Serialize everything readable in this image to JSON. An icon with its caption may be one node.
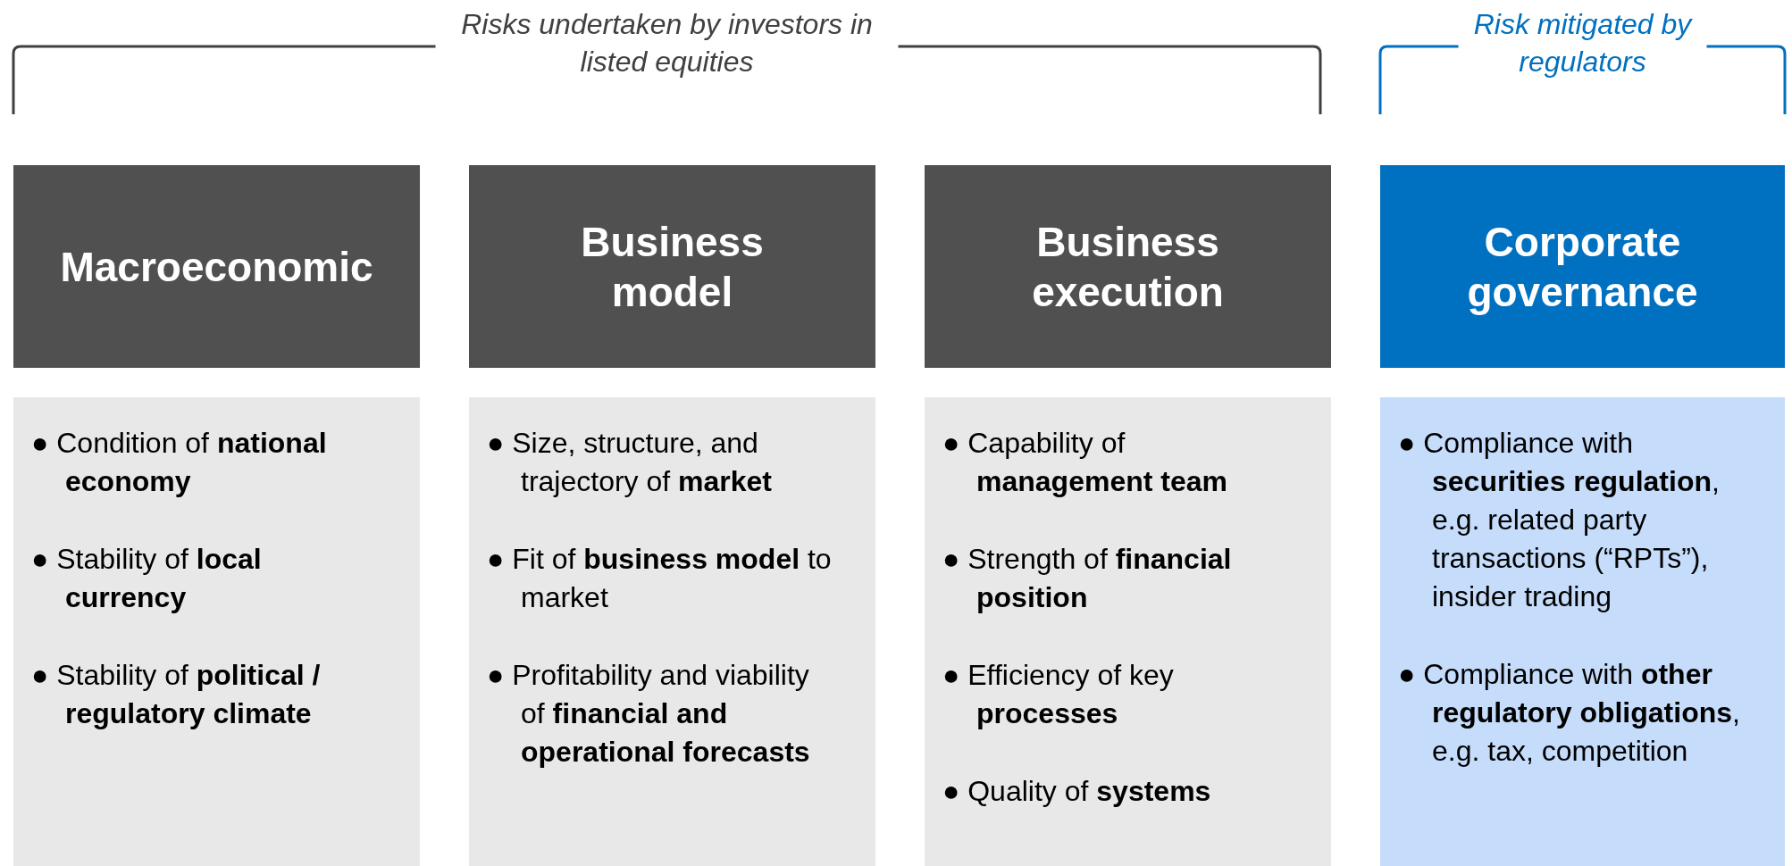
{
  "diagram": {
    "nodes": [
      {
        "text": [
          "Macroeconomic"
        ]
      },
      {
        "text": [
          "Business model"
        ]
      },
      {
        "text": [
          "Business execution"
        ]
      },
      {
        "text": [
          "Corporate governance"
        ]
      },
      {
        "text": [
          "● Condition of **national economy**",
          "● Stability of **local currency**",
          "● Stability of **political / regulatory climate**"
        ]
      },
      {
        "text": [
          "● Size, structure, and trajectory of **market**",
          "● Fit of **business model** to market",
          "● Profitability and viability of **financial and operational forecasts**"
        ]
      },
      {
        "text": [
          "● Capability of **management team**",
          "● Strength of **financial position**",
          "● Efficiency of key **processes**",
          "● Quality of **systems**"
        ]
      },
      {
        "text": [
          "● Compliance with **securities regulation**, e.g. related party transactions (“RPTs”), insider trading",
          "● Compliance with **other regulatory obligations**, e.g. tax, competition"
        ]
      }
    ],
    "labels": [
      "Risks undertaken by investors in listed equities",
      "Risk mitigated by regulators"
    ]
  }
}
